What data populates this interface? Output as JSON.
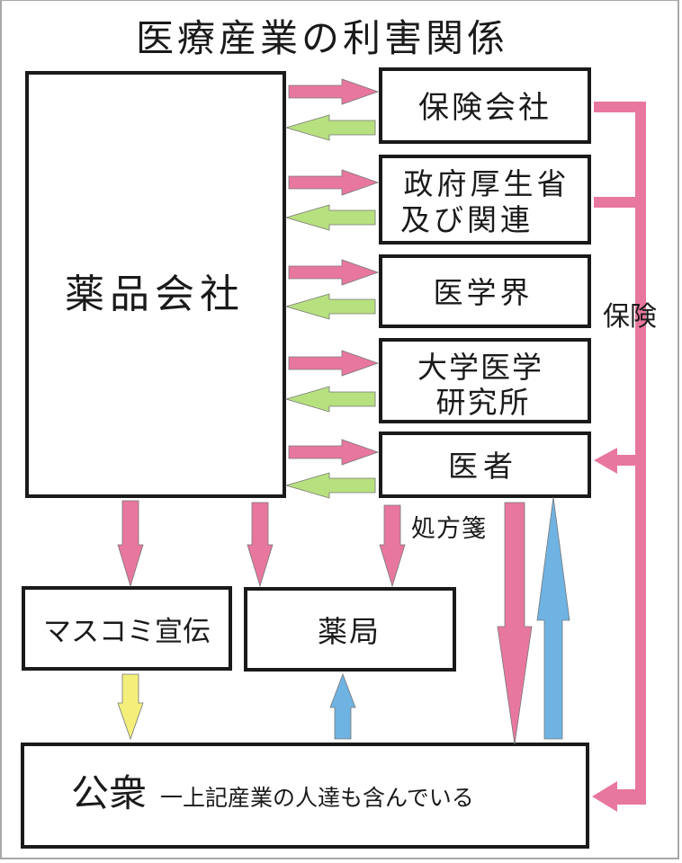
{
  "title": "医療産業の利害関係",
  "colors": {
    "box_border": "#1a1a1a",
    "pink": "#e8779f",
    "green": "#b7e07f",
    "blue": "#6fb3e3",
    "yellow": "#f3ef7a",
    "arrow_stroke": "#777777"
  },
  "nodes": {
    "pharma": {
      "label": "薬品会社"
    },
    "insurance": {
      "label": "保険会社"
    },
    "government": {
      "lines": [
        "政府厚生省",
        "及び関連"
      ]
    },
    "medical_world": {
      "label": "医学界"
    },
    "university": {
      "lines": [
        "大学医学",
        "研究所"
      ]
    },
    "doctor": {
      "label": "医者"
    },
    "media": {
      "label": "マスコミ宣伝"
    },
    "pharmacy": {
      "label": "薬局"
    },
    "public": {
      "label": "公衆",
      "note": "一上記産業の人達も含んでいる"
    }
  },
  "edge_labels": {
    "prescription": "処方箋",
    "insurance_flow": "保険"
  },
  "edges": [
    {
      "from": "pharma",
      "to": "insurance",
      "color": "pink"
    },
    {
      "from": "insurance",
      "to": "pharma",
      "color": "green"
    },
    {
      "from": "pharma",
      "to": "government",
      "color": "pink"
    },
    {
      "from": "government",
      "to": "pharma",
      "color": "green"
    },
    {
      "from": "pharma",
      "to": "medical_world",
      "color": "pink"
    },
    {
      "from": "medical_world",
      "to": "pharma",
      "color": "green"
    },
    {
      "from": "pharma",
      "to": "university",
      "color": "pink"
    },
    {
      "from": "university",
      "to": "pharma",
      "color": "green"
    },
    {
      "from": "pharma",
      "to": "doctor",
      "color": "pink"
    },
    {
      "from": "doctor",
      "to": "pharma",
      "color": "green"
    },
    {
      "from": "pharma",
      "to": "media",
      "color": "pink"
    },
    {
      "from": "pharma",
      "to": "pharmacy",
      "color": "pink"
    },
    {
      "from": "doctor",
      "to": "pharmacy",
      "color": "pink",
      "label": "処方箋"
    },
    {
      "from": "doctor",
      "to": "public",
      "color": "pink"
    },
    {
      "from": "public",
      "to": "doctor",
      "color": "blue"
    },
    {
      "from": "media",
      "to": "public",
      "color": "yellow"
    },
    {
      "from": "public",
      "to": "pharmacy",
      "color": "blue"
    },
    {
      "from": [
        "insurance",
        "government"
      ],
      "to": [
        "doctor",
        "public"
      ],
      "color": "pink",
      "label": "保険"
    }
  ]
}
